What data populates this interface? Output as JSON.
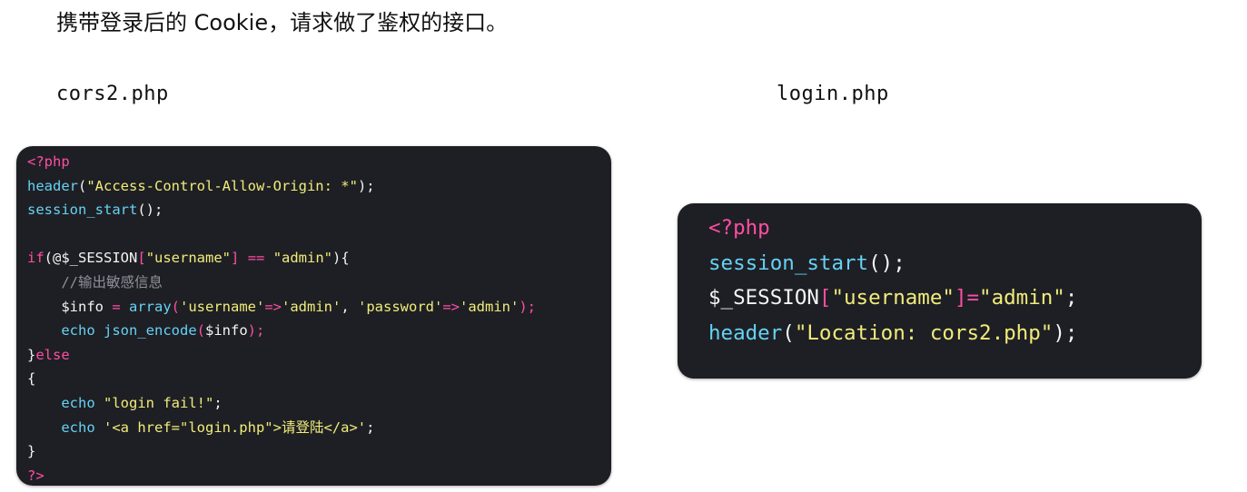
{
  "intro_text": "携带登录后的 Cookie，请求做了鉴权的接口。",
  "captions": {
    "left": "cors2.php",
    "right": "login.php"
  },
  "code_left": {
    "l1": "<?php",
    "l2_fn": "header",
    "l2_p1": "(",
    "l2_str": "\"Access-Control-Allow-Origin: *\"",
    "l2_p2": ");",
    "l3_fn": "session_start",
    "l3_p": "();",
    "l5_if": "if",
    "l5_p1": "(",
    "l5_var": "@$_SESSION",
    "l5_b1": "[",
    "l5_key": "\"username\"",
    "l5_b2": "]",
    "l5_op": " == ",
    "l5_str": "\"admin\"",
    "l5_p2": "){",
    "l6_cmt": "    //输出敏感信息",
    "l7_indent": "    ",
    "l7_var": "$info",
    "l7_eq": " = ",
    "l7_fn": "array",
    "l7_p1": "(",
    "l7_s1": "'username'",
    "l7_arrow1": "=>",
    "l7_s2": "'admin'",
    "l7_comma": ", ",
    "l7_s3": "'password'",
    "l7_arrow2": "=>",
    "l7_s4": "'admin'",
    "l7_p2": ");",
    "l8_indent": "    ",
    "l8_echo": "echo",
    "l8_sp": " ",
    "l8_fn": "json_encode",
    "l8_p1": "(",
    "l8_var": "$info",
    "l8_p2": ");",
    "l9_brace": "}",
    "l9_else": "else",
    "l10": "{",
    "l11_indent": "    ",
    "l11_echo": "echo",
    "l11_sp": " ",
    "l11_str": "\"login fail!\"",
    "l11_semi": ";",
    "l12_indent": "    ",
    "l12_echo": "echo",
    "l12_sp": " ",
    "l12_str": "'<a href=\"login.php\">请登陆</a>'",
    "l12_semi": ";",
    "l13": "}",
    "l14": "?>"
  },
  "code_right": {
    "l1": "<?php",
    "l2_fn": "session_start",
    "l2_p": "();",
    "l3_var": "$_SESSION",
    "l3_b1": "[",
    "l3_key": "\"username\"",
    "l3_b2": "]",
    "l3_eq": "=",
    "l3_str": "\"admin\"",
    "l3_semi": ";",
    "l4_fn": "header",
    "l4_p1": "(",
    "l4_str": "\"Location: cors2.php\"",
    "l4_p2": ");"
  },
  "colors": {
    "code_bg": "#1e1f24",
    "keyword": "#ff4ea3",
    "function": "#65d2f5",
    "string": "#f1ec7a",
    "comment": "#8f9099",
    "plain": "#f4f4f4"
  }
}
